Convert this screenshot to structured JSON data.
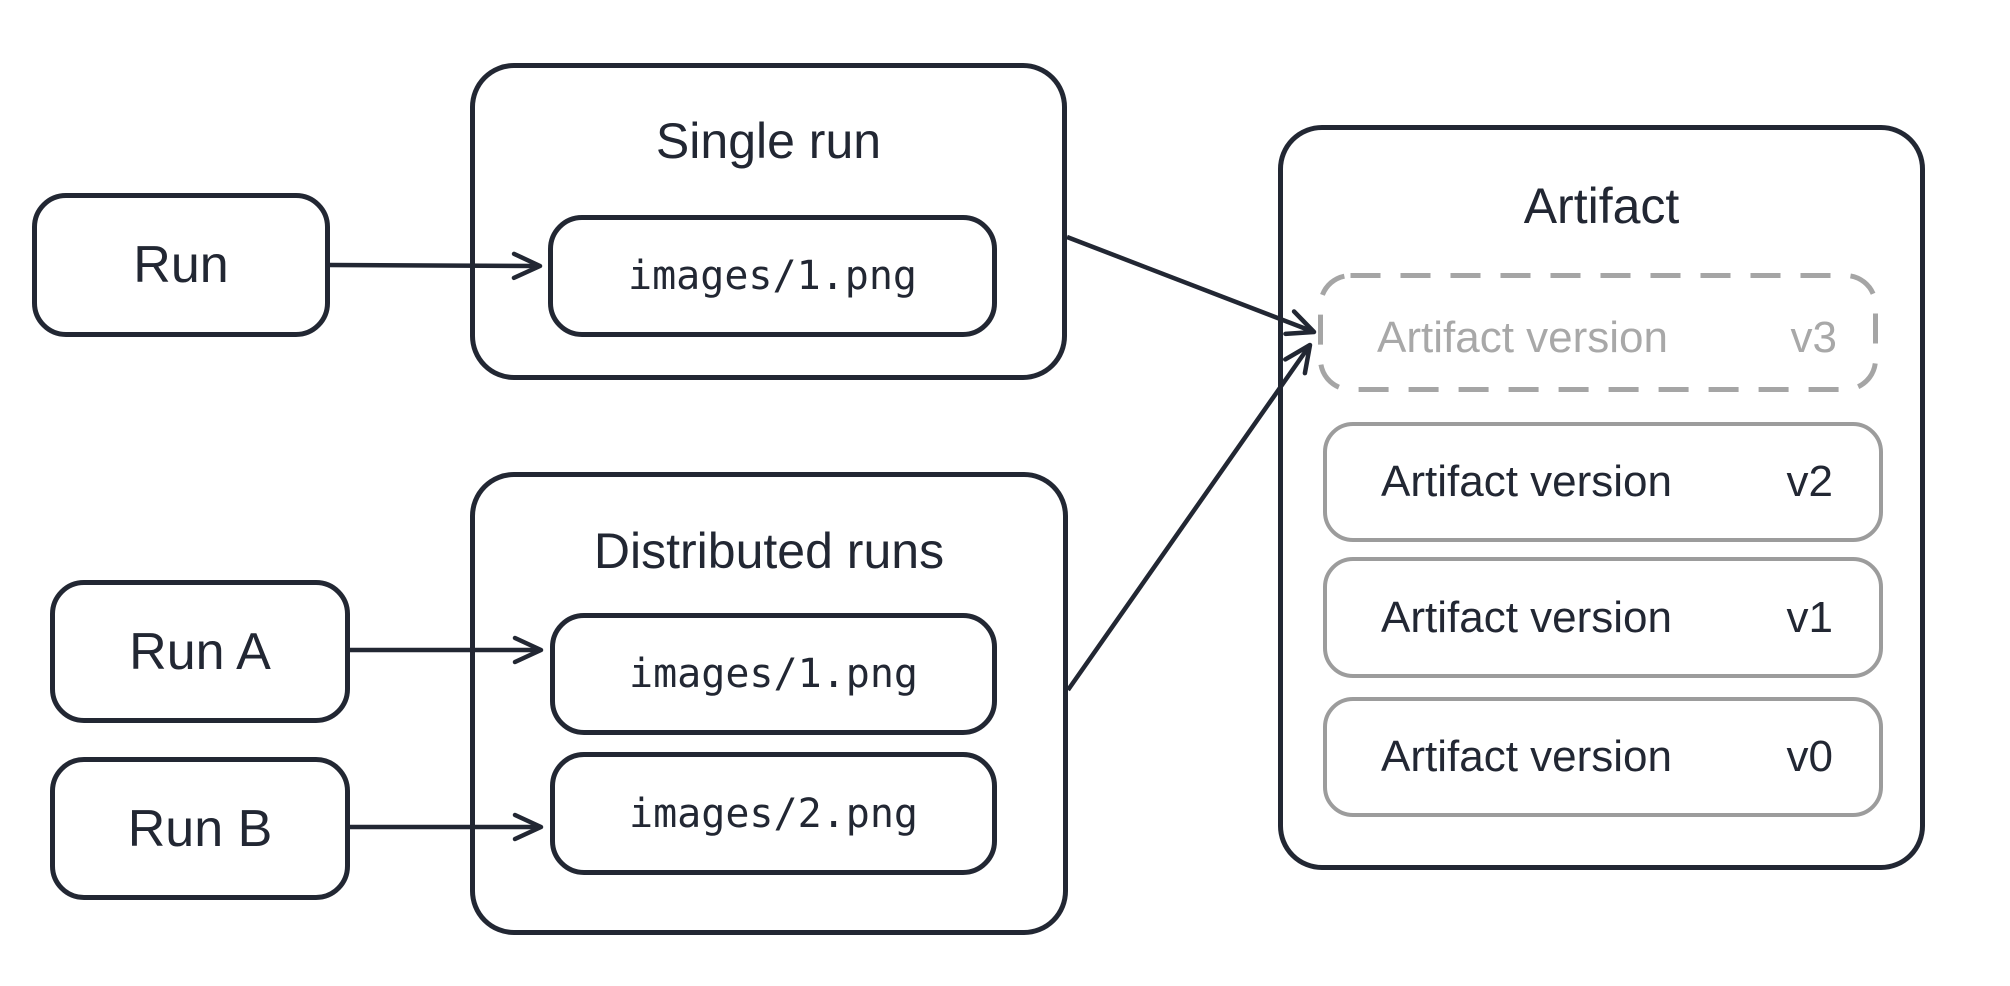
{
  "colors": {
    "line_dark": "#222733",
    "version_border_gray": "#9c9c9c",
    "pending_gray": "#a8a8a8",
    "background": "#ffffff"
  },
  "nodes": {
    "run": {
      "label": "Run"
    },
    "run_a": {
      "label": "Run A"
    },
    "run_b": {
      "label": "Run B"
    }
  },
  "single_run": {
    "title": "Single run",
    "file": "images/1.png"
  },
  "distributed_runs": {
    "title": "Distributed runs",
    "file_1": "images/1.png",
    "file_2": "images/2.png"
  },
  "artifact": {
    "title": "Artifact",
    "versions": [
      {
        "label": "Artifact version",
        "version": "v3",
        "state": "pending"
      },
      {
        "label": "Artifact version",
        "version": "v2",
        "state": "saved"
      },
      {
        "label": "Artifact version",
        "version": "v1",
        "state": "saved"
      },
      {
        "label": "Artifact version",
        "version": "v0",
        "state": "saved"
      }
    ]
  }
}
